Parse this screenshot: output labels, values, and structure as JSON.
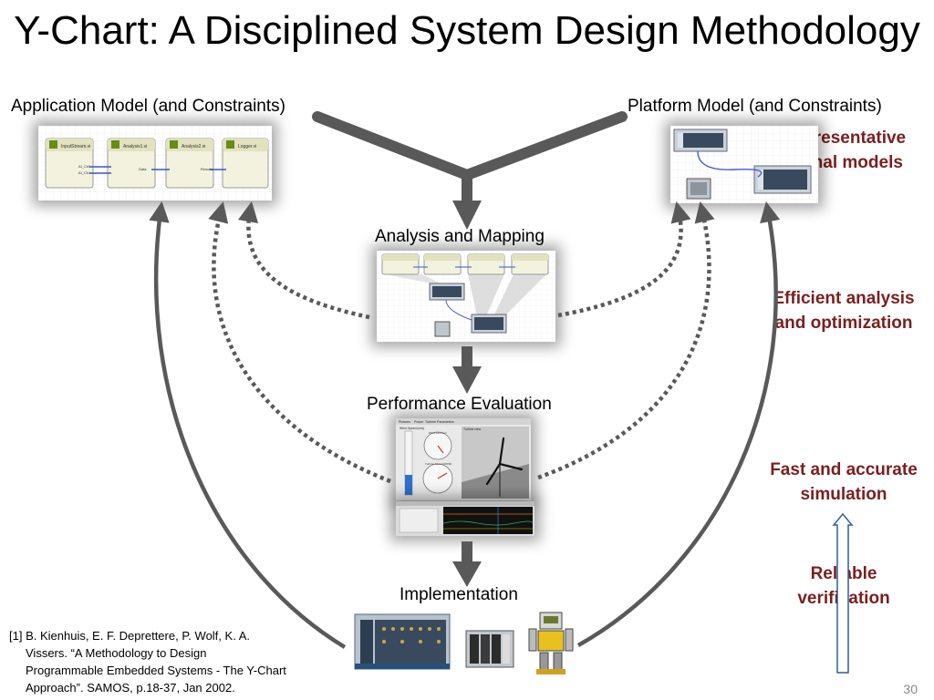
{
  "slide": {
    "title": "Y-Chart: A Disciplined System Design Methodology",
    "page_number": "30"
  },
  "labels": {
    "application_model": "Application Model (and Constraints)",
    "platform_model": "Platform Model (and Constraints)",
    "analysis_mapping": "Analysis and Mapping",
    "performance_evaluation": "Performance Evaluation",
    "implementation": "Implementation"
  },
  "annotations": {
    "representative": [
      "Representative",
      "formal models"
    ],
    "efficient": [
      "Efficient analysis",
      "and optimization"
    ],
    "fast_accurate": [
      "Fast and accurate",
      "simulation"
    ],
    "reliable": [
      "Reliable",
      "verification"
    ]
  },
  "app_model": {
    "blocks": [
      "InputStream.vi",
      "Analysis1.vi",
      "Analysis2.vi",
      "Logger.vi"
    ],
    "ports": [
      "AI_Ch0",
      "AI_Ch1",
      "Data",
      "Results"
    ]
  },
  "perf_panel": {
    "tabs": [
      "Pictures",
      "Power",
      "Turbine Parameters"
    ],
    "wind_speed": "Wind Speed (m/s)",
    "turbine_view": "Turbine view",
    "gauge1": "Wind Direction",
    "gauge2": "Turbine Speed (RPM)"
  },
  "reference": {
    "lines": [
      "[1] B. Kienhuis, E. F. Deprettere, P. Wolf,  K. A.",
      "Vissers.  “A Methodology to Design",
      "Programmable Embedded Systems - The Y-Chart",
      "Approach”.  SAMOS, p.18-37, Jan 2002."
    ]
  },
  "colors": {
    "arrow": "#595959",
    "annotation_text": "#7a1f1f",
    "outline_arrow": "#2e5d9c"
  }
}
